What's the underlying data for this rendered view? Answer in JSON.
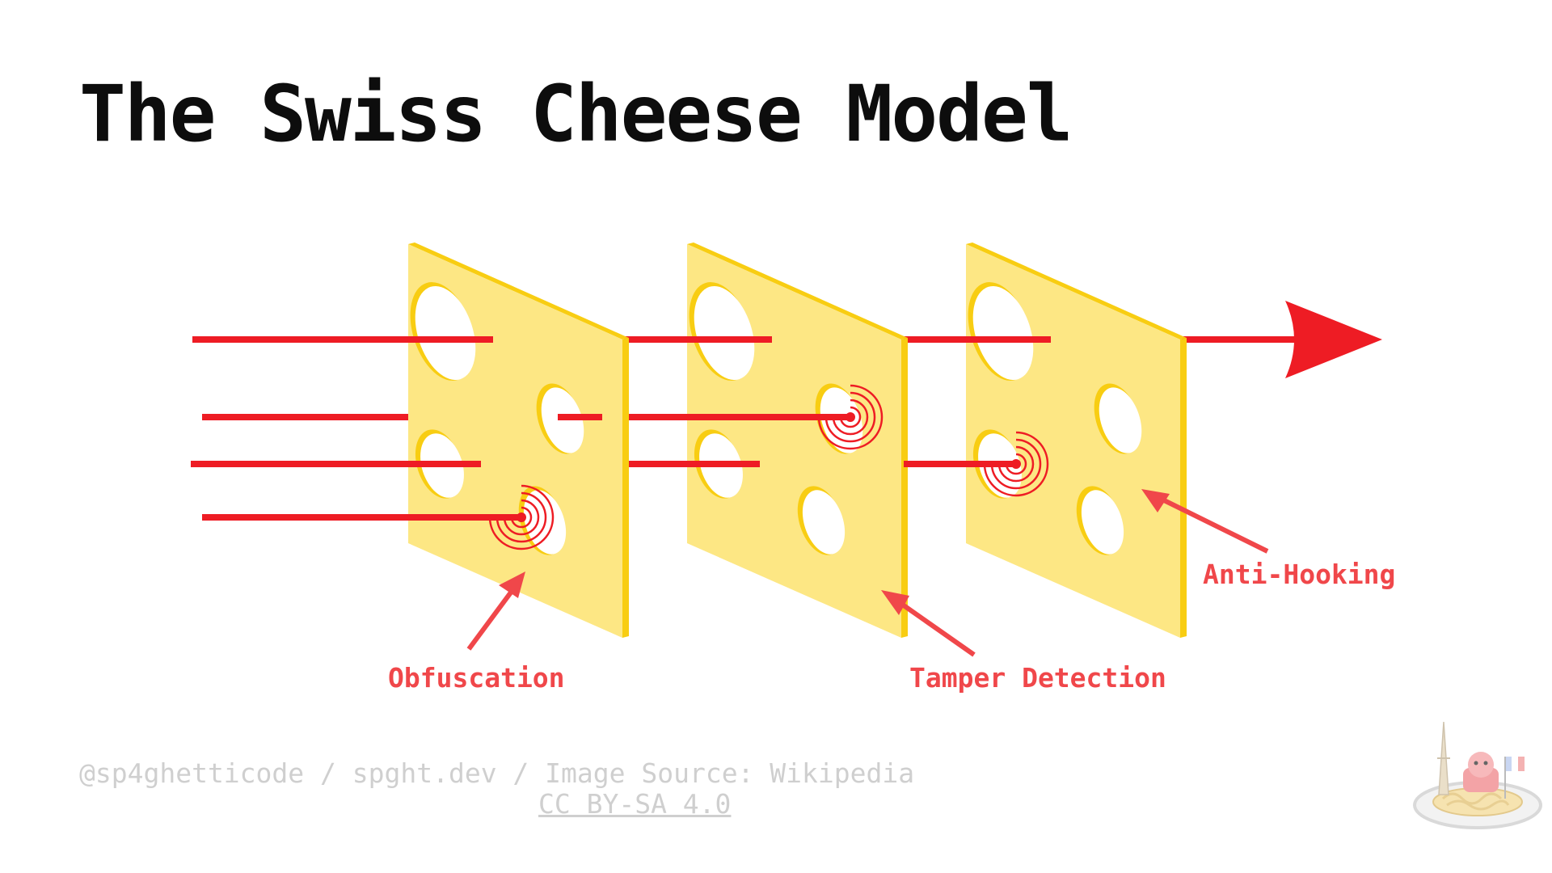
{
  "slide": {
    "title": "The Swiss Cheese Model"
  },
  "layers": [
    {
      "label": "Obfuscation"
    },
    {
      "label": "Tamper Detection"
    },
    {
      "label": "Anti-Hooking"
    }
  ],
  "footer": {
    "credit": "@sp4ghetticode / spght.dev / Image Source: Wikipedia",
    "license": "CC BY-SA 4.0"
  },
  "colors": {
    "cheese_face": "#fde784",
    "cheese_edge": "#f8cd12",
    "threat_line": "#ee1c24",
    "label": "#f0474a"
  },
  "icons": [
    "arrow-head-icon",
    "spiral-block-icon",
    "spaghetti-logo-icon"
  ]
}
